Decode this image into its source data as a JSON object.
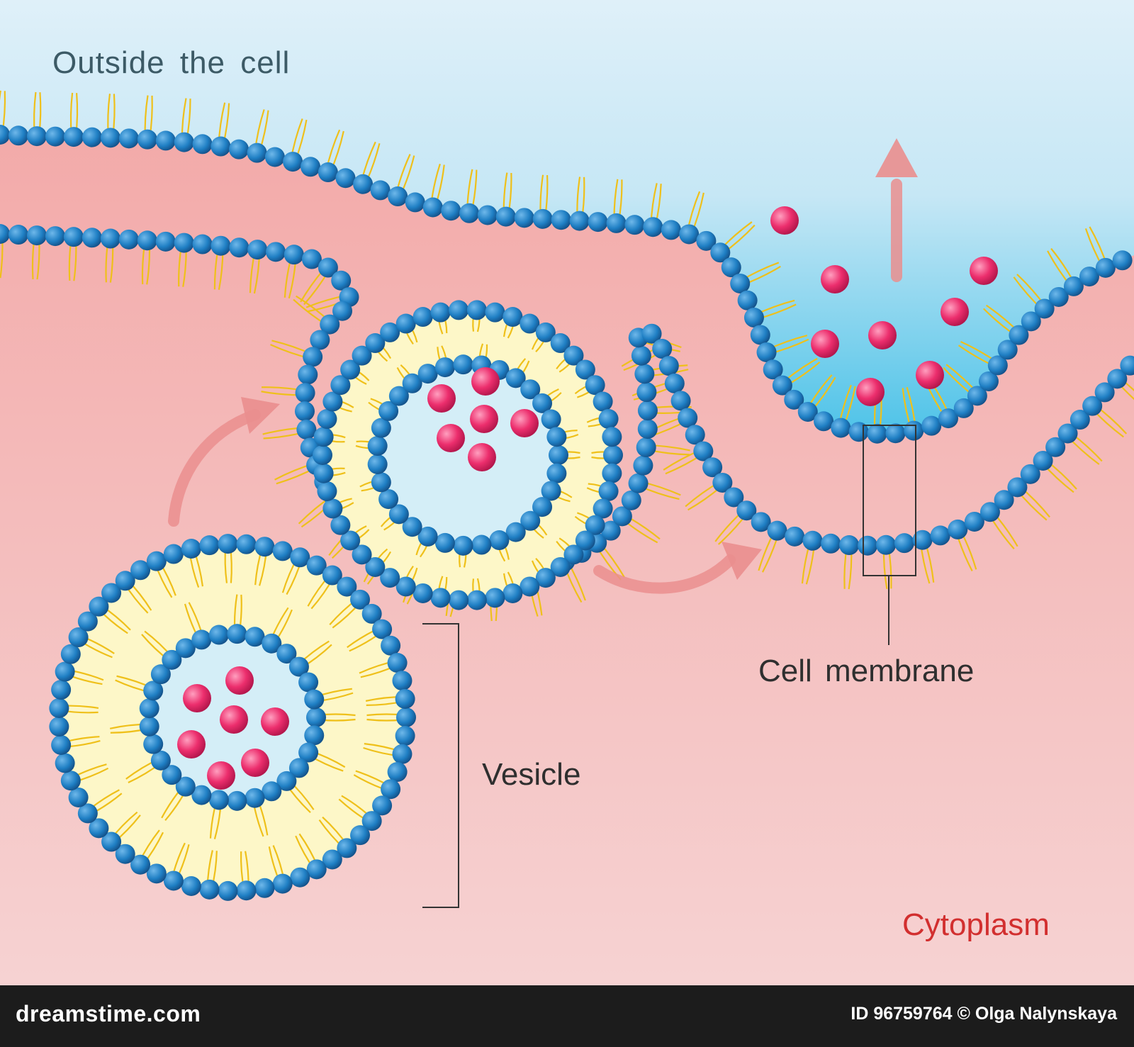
{
  "labels": {
    "outside": "Outside  the  cell",
    "cell_membrane": "Cell  membrane",
    "vesicle": "Vesicle",
    "cytoplasm": "Cytoplasm"
  },
  "footer": {
    "brand": "dreamstime.com",
    "id_text": "ID 96759764",
    "credit": "© Olga Nalynskaya"
  },
  "colors": {
    "outside_top": "#dcecf6",
    "outside_bottom": "#5fc6e6",
    "cytoplasm_top": "#f2a8a6",
    "cytoplasm_bottom": "#f6cfcf",
    "phospholipid_head": "#1f7fc4",
    "lipid_tail": "#f0c419",
    "membrane_fill": "#fdf7c8",
    "vesicle_lumen": "#d4eef7",
    "cargo_particle": "#ec2e6d",
    "arrow": "#ea8e8e",
    "label_text": "#2f2f2f",
    "cytoplasm_label": "#d22f2f"
  }
}
